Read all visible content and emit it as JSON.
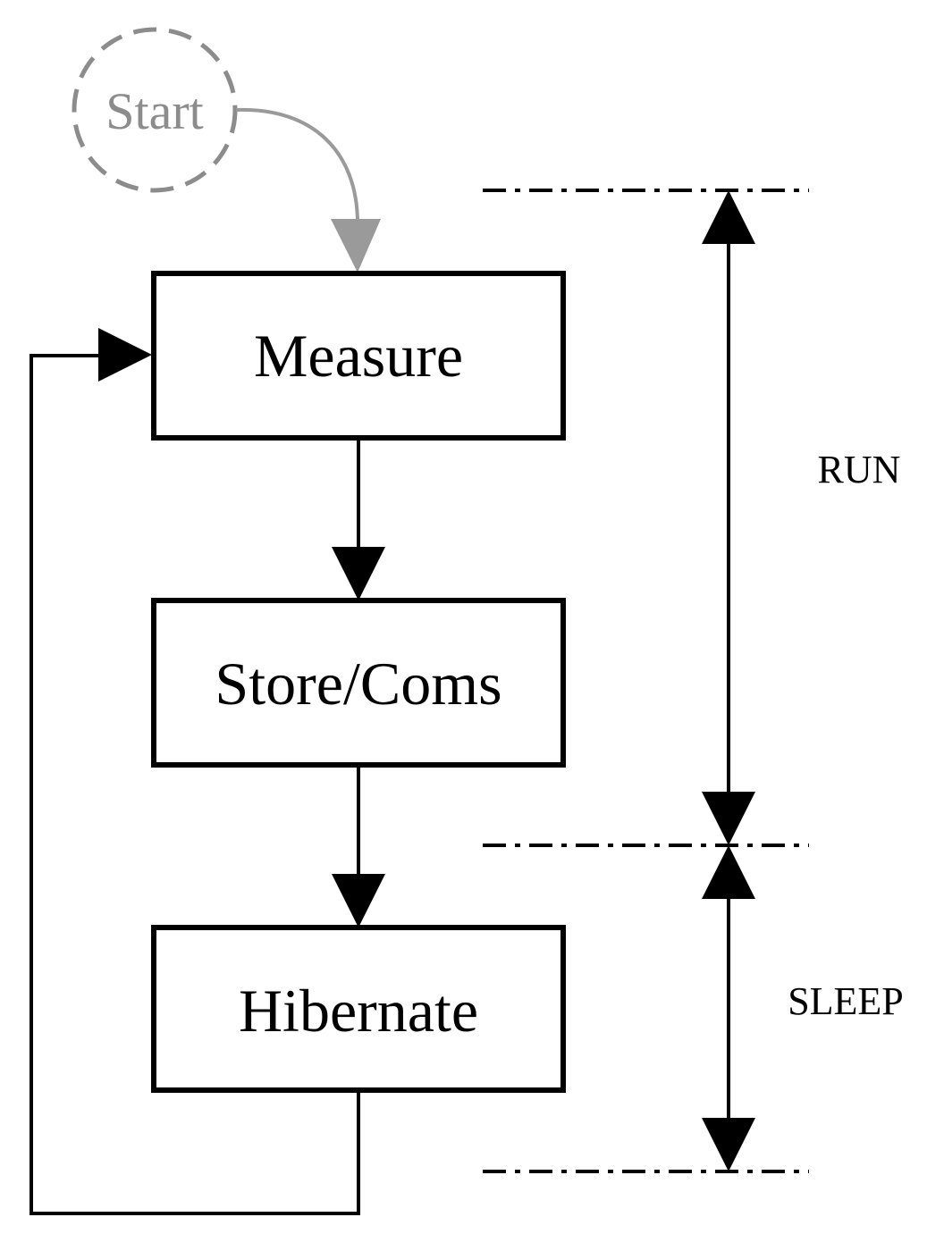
{
  "diagram": {
    "start_label": "Start",
    "states": [
      {
        "label": "Measure"
      },
      {
        "label": "Store/Coms"
      },
      {
        "label": "Hibernate"
      }
    ],
    "phases": [
      {
        "label": "RUN"
      },
      {
        "label": "SLEEP"
      }
    ]
  },
  "colors": {
    "line": "#000000",
    "start": "#8c8c8c",
    "start_arrow": "#9a9a9a"
  }
}
